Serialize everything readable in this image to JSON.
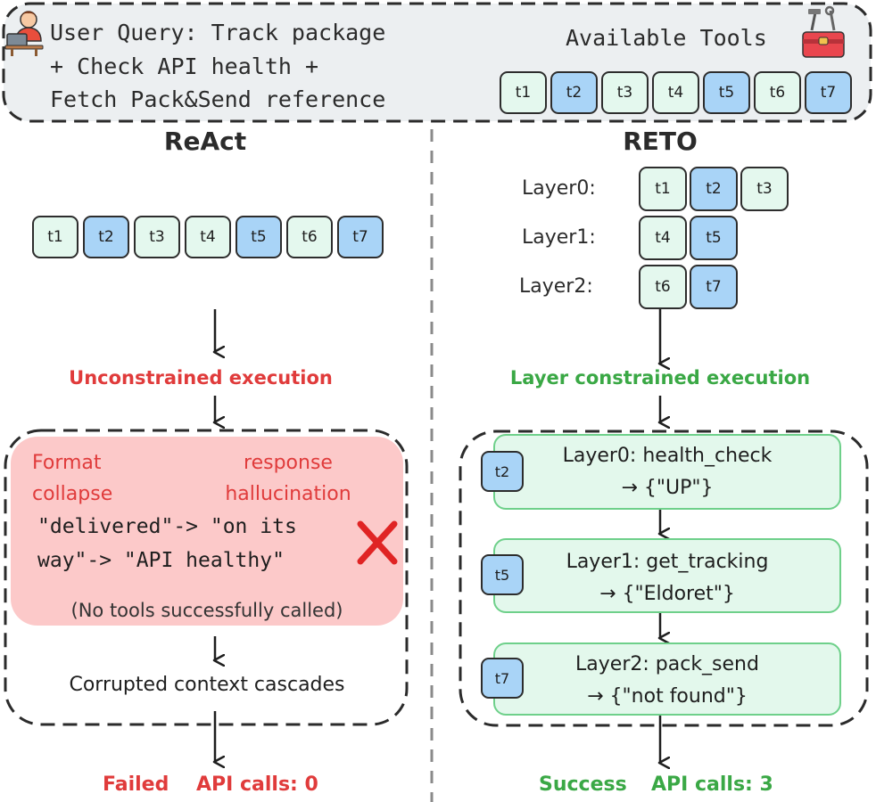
{
  "query": {
    "lines": [
      "User Query: Track package",
      "+ Check API health +",
      "Fetch Pack&Send reference"
    ],
    "tools_label": "Available Tools",
    "tools": [
      {
        "label": "t1",
        "color": "#e4f8ee"
      },
      {
        "label": "t2",
        "color": "#a9d4f7"
      },
      {
        "label": "t3",
        "color": "#e4f8ee"
      },
      {
        "label": "t4",
        "color": "#e4f8ee"
      },
      {
        "label": "t5",
        "color": "#a9d4f7"
      },
      {
        "label": "t6",
        "color": "#e4f8ee"
      },
      {
        "label": "t7",
        "color": "#a9d4f7"
      }
    ]
  },
  "react": {
    "title": "ReAct",
    "tools": [
      "t1",
      "t2",
      "t3",
      "t4",
      "t5",
      "t6",
      "t7"
    ],
    "mode_label": "Unconstrained execution",
    "error_left": "Format collapse",
    "error_right": "response hallucination",
    "trace_line1": "\"delivered\"-> \"on its",
    "trace_line2": "way\"-> \"API healthy\"",
    "note": "(No tools successfully called)",
    "cascade": "Corrupted context cascades",
    "result": "Failed",
    "api_calls": "API calls: 0"
  },
  "reto": {
    "title": "RETO",
    "layers": [
      {
        "name": "Layer0:",
        "tools": [
          "t1",
          "t2",
          "t3"
        ]
      },
      {
        "name": "Layer1:",
        "tools": [
          "t4",
          "t5"
        ]
      },
      {
        "name": "Layer2:",
        "tools": [
          "t6",
          "t7"
        ]
      }
    ],
    "mode_label": "Layer constrained execution",
    "steps": [
      {
        "tool": "t2",
        "line1": "Layer0: health_check",
        "line2": "→ {\"UP\"}"
      },
      {
        "tool": "t5",
        "line1": "Layer1: get_tracking",
        "line2": "→ {\"Eldoret\"}"
      },
      {
        "tool": "t7",
        "line1": "Layer2: pack_send",
        "line2": "→ {\"not found\"}"
      }
    ],
    "result": "Success",
    "api_calls": "API calls: 3"
  },
  "colors": {
    "mint": "#e4f8ee",
    "blue": "#a9d4f7",
    "red": "#e03b3b",
    "green": "#3aa845",
    "error_panel": "#fcc9c9",
    "step_fill": "#e3f8ec",
    "step_border": "#6ed08a"
  },
  "icons": {
    "user": "user-at-laptop-icon",
    "toolbox": "toolbox-icon",
    "cross": "red-cross-icon",
    "check": "green-check-icon"
  }
}
